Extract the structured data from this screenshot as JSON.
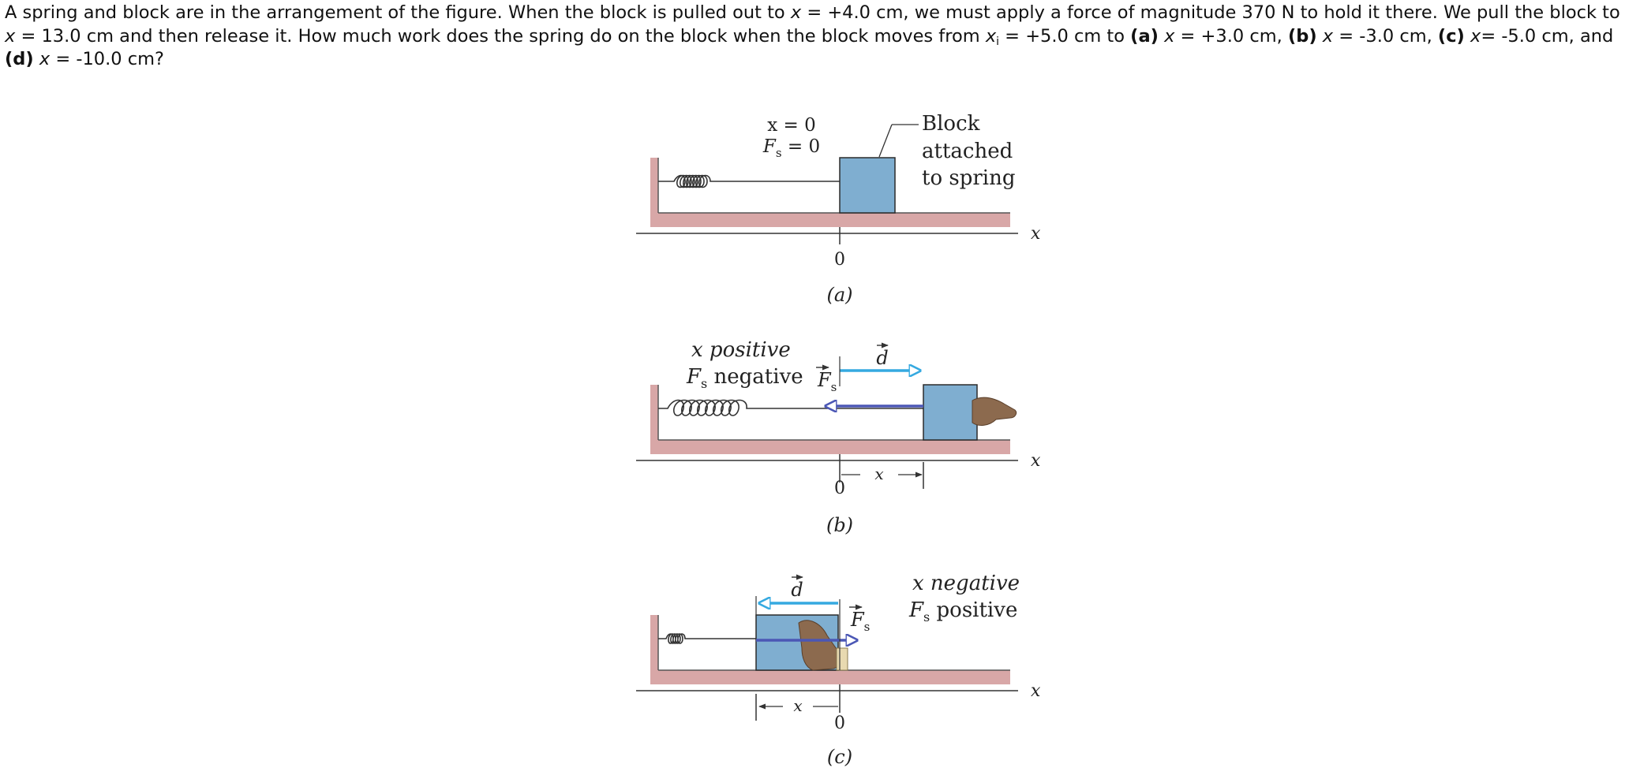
{
  "problem": {
    "t1": "A spring and block are in the arrangement of the figure. When the block is pulled out to ",
    "v1": "x",
    "t2": " = +4.0 cm, we must apply a force of magnitude 370 N to hold it there. We pull the block to ",
    "v2": "x",
    "t3": " = 13.0 cm and then release it. How much work does the spring do on the block when the block moves from ",
    "v3": "x",
    "sub3": "i",
    "t4": " = +5.0 cm to ",
    "la": "(a)",
    "va": "x",
    "ta": " = +3.0 cm, ",
    "lb": "(b)",
    "vb": "x",
    "tb": " = -3.0 cm, ",
    "lc": "(c)",
    "vc": "x",
    "tc": "= -5.0 cm, and ",
    "ld": "(d)",
    "vd": "x",
    "td": " = -10.0 cm?"
  },
  "figure": {
    "panel_a": {
      "eq_x": "x = 0",
      "eq_fs_main": "F",
      "eq_fs_sub": "s",
      "eq_fs_rest": " = 0",
      "block_line1": "Block",
      "block_line2": "attached",
      "block_line3": "to spring",
      "axis_label": "x",
      "origin": "0",
      "caption": "(a)"
    },
    "panel_b": {
      "state_line1": "x positive",
      "state_line2_main": "F",
      "state_line2_sub": "s",
      "state_line2_rest": " negative",
      "d_label": "d",
      "fs_label_main": "F",
      "fs_label_sub": "s",
      "disp_label": "x",
      "axis_label": "x",
      "origin": "0",
      "caption": "(b)"
    },
    "panel_c": {
      "state_line1": "x negative",
      "state_line2_main": "F",
      "state_line2_sub": "s",
      "state_line2_rest": " positive",
      "d_label": "d",
      "fs_label_main": "F",
      "fs_label_sub": "s",
      "disp_label": "x",
      "axis_label": "x",
      "origin": "0",
      "caption": "(c)"
    },
    "colors": {
      "wall": "#d8a7a7",
      "block": "#7faed0",
      "block_edge": "#2b2b2b",
      "d_arrow": "#35a9e0",
      "fs_arrow": "#4b57b5",
      "hand": "#8c6a4e"
    }
  }
}
